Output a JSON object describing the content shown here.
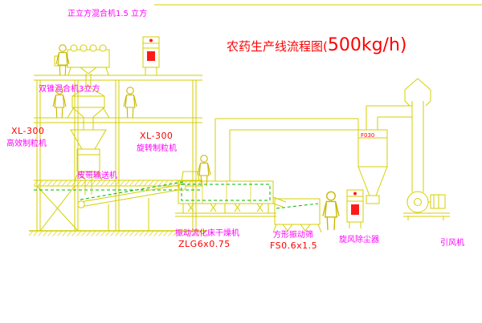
{
  "colors": {
    "line_yellow": "#d4cf00",
    "accent_green": "#00b400",
    "label_magenta": "#ff00ff",
    "label_red": "#ff0000",
    "background": "#ffffff"
  },
  "title": {
    "part1": "农药生产线流程图(",
    "part2": "500kg/h)"
  },
  "labels": {
    "top_mixer": "正立方混合机1.5 立方",
    "second_mixer": "双锥混合机3立方",
    "granulator_left_model": "XL-300",
    "granulator_left_name": "高效制粒机",
    "granulator_right_model": "XL-300",
    "granulator_right_name": "旋转制粒机",
    "belt_conveyor": "皮带输送机",
    "dryer_name": "振动流化床干燥机",
    "dryer_model": "ZLG6x0.75",
    "sieve_name": "方形振动筛",
    "sieve_model": "FS0.6x1.5",
    "cyclone_name": "旋风除尘器",
    "cyclone_tag": "F030",
    "fan_name": "引风机"
  }
}
